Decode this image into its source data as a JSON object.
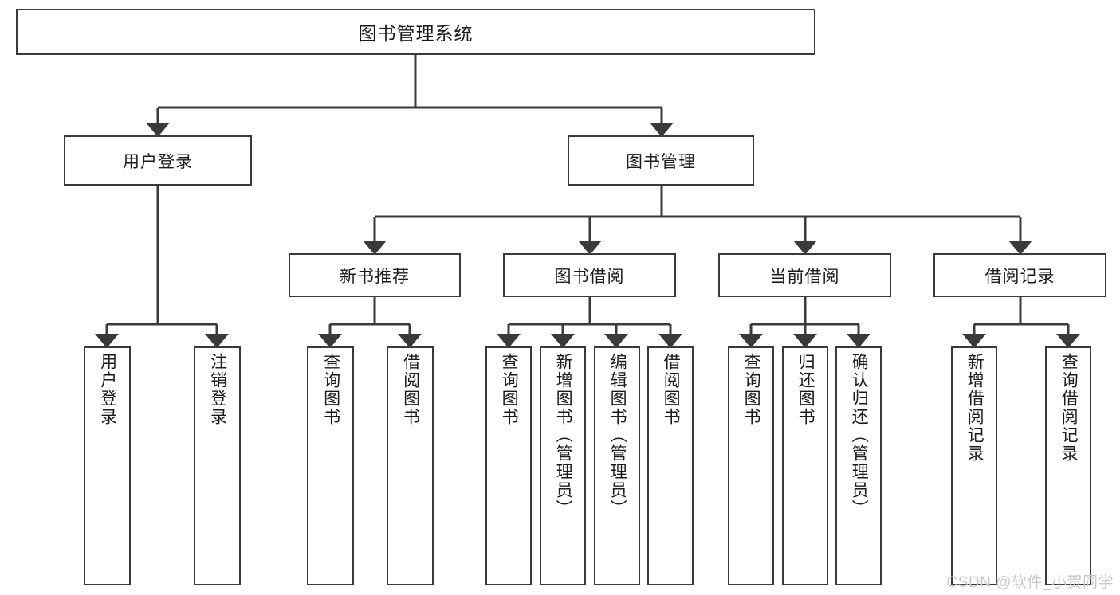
{
  "diagram": {
    "type": "tree",
    "title": "图书管理系统",
    "root": {
      "label": "图书管理系统"
    },
    "level2": [
      {
        "label": "用户登录"
      },
      {
        "label": "图书管理"
      }
    ],
    "level3": [
      {
        "label": "新书推荐"
      },
      {
        "label": "图书借阅"
      },
      {
        "label": "当前借阅"
      },
      {
        "label": "借阅记录"
      }
    ],
    "leaves": {
      "user_login": [
        {
          "label": "用户登录"
        },
        {
          "label": "注销登录"
        }
      ],
      "new_book": [
        {
          "label": "查询图书"
        },
        {
          "label": "借阅图书"
        }
      ],
      "book_borrow": [
        {
          "label": "查询图书"
        },
        {
          "label": "新增图书（管理员）"
        },
        {
          "label": "编辑图书（管理员）"
        },
        {
          "label": "借阅图书"
        }
      ],
      "current_borrow": [
        {
          "label": "查询图书"
        },
        {
          "label": "归还图书"
        },
        {
          "label": "确认归还（管理员）"
        }
      ],
      "borrow_record": [
        {
          "label": "新增借阅记录"
        },
        {
          "label": "查询借阅记录"
        }
      ]
    }
  },
  "watermark": {
    "text": "CSDN @软件_小贺同学"
  },
  "colors": {
    "border": "#3a3a3a",
    "text": "#1b1b1b",
    "background": "#ffffff",
    "watermark": "#c9c9c9"
  }
}
